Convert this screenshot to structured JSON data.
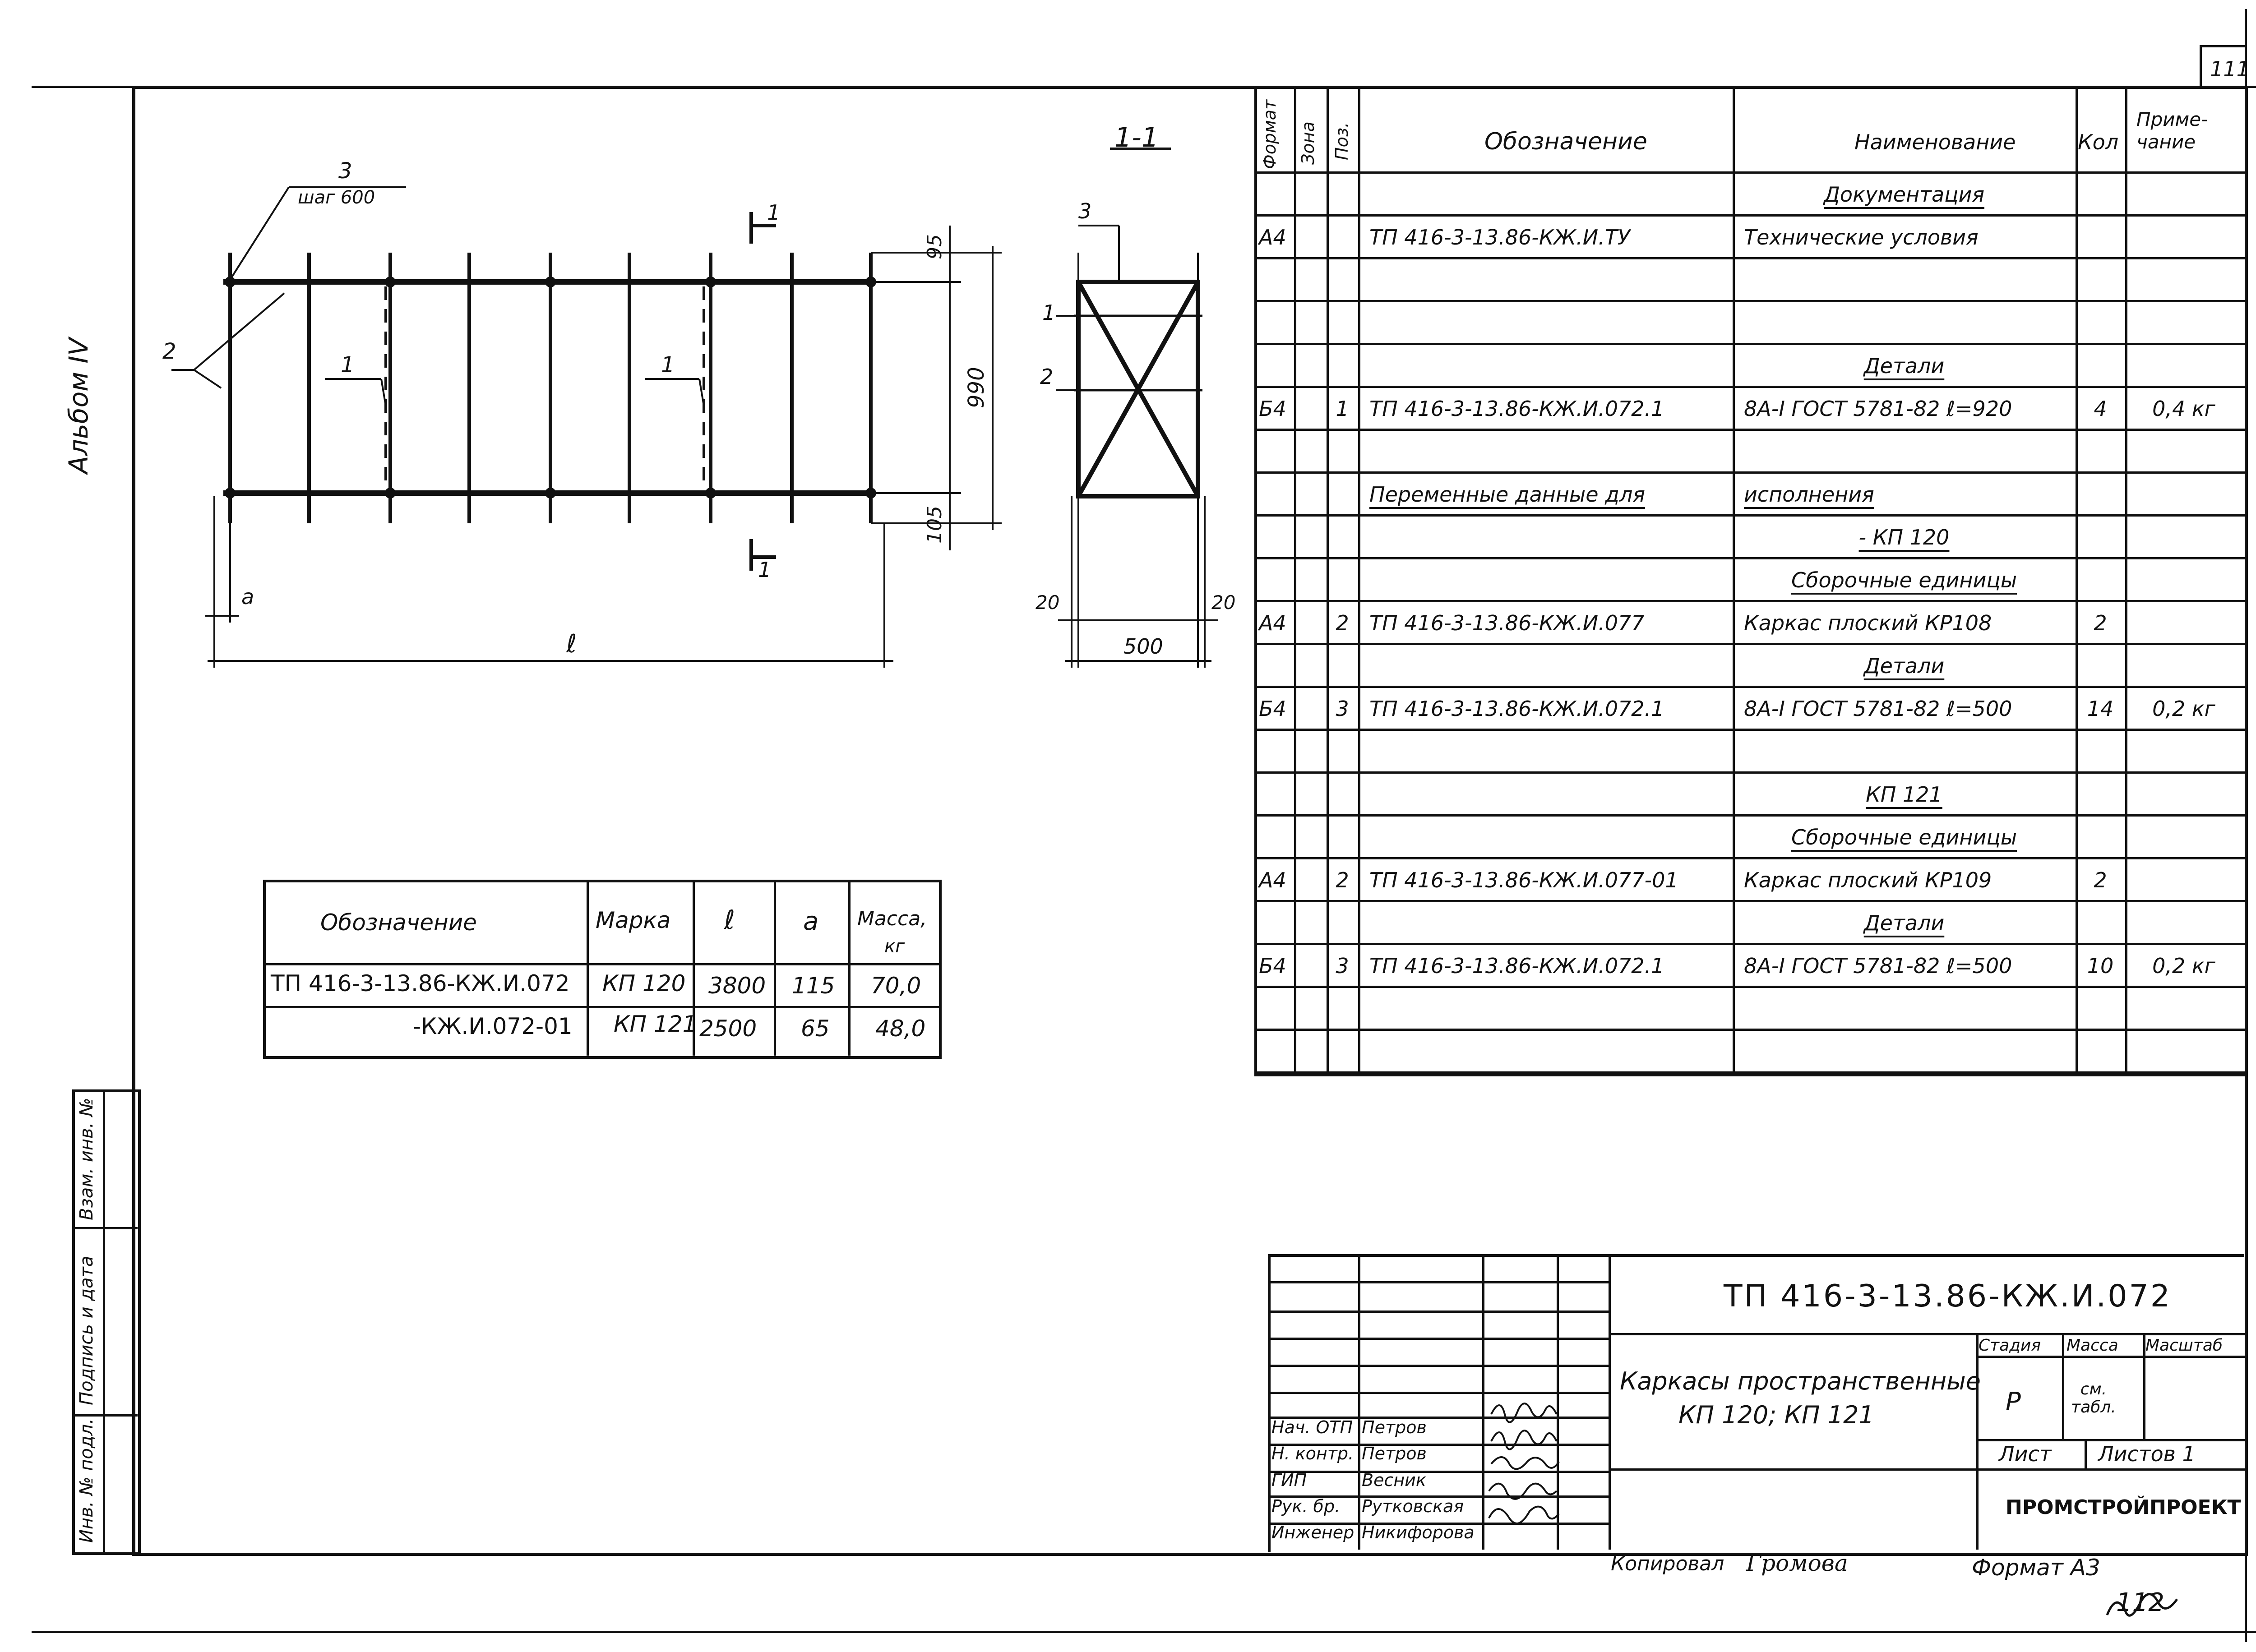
{
  "sheet_number": "111",
  "album_label": "Альбом IV",
  "drawing": {
    "section_title": "1-1",
    "callout_3": "3",
    "step_label": "шаг 600",
    "label_2": "2",
    "label_1a": "1",
    "label_1b": "1",
    "cut_top": "1",
    "cut_bottom": "1",
    "dim_95": "95",
    "dim_990": "990",
    "dim_105": "105",
    "dim_a": "a",
    "dim_l": "ℓ",
    "sec_3": "3",
    "sec_1": "1",
    "sec_2": "2",
    "sec_20_left": "20",
    "sec_20_right": "20",
    "sec_500": "500"
  },
  "variants_table": {
    "headers": {
      "designation": "Обозначение",
      "mark": "Марка",
      "l": "ℓ",
      "a": "a",
      "mass": "Масса,",
      "mass_unit": "кг"
    },
    "rows": [
      {
        "designation": "ТП 416-3-13.86-КЖ.И.072",
        "mark": "КП 120",
        "l": "3800",
        "a": "115",
        "mass": "70,0"
      },
      {
        "designation": "-КЖ.И.072-01",
        "mark": "КП 121",
        "l": "2500",
        "a": "65",
        "mass": "48,0"
      }
    ]
  },
  "spec": {
    "headers": {
      "format": "Формат",
      "zone": "Зона",
      "pos": "Поз.",
      "designation": "Обозначение",
      "name": "Наименование",
      "qty": "Кол",
      "note": "Приме-чание"
    },
    "rows": [
      {
        "format": "",
        "pos": "",
        "designation": "",
        "name": "Документация",
        "qty": "",
        "note": "",
        "heading": true
      },
      {
        "format": "А4",
        "pos": "",
        "designation": "ТП 416-3-13.86-КЖ.И.ТУ",
        "name": "Технические условия",
        "qty": "",
        "note": ""
      },
      {
        "format": "",
        "pos": "",
        "designation": "",
        "name": "",
        "qty": "",
        "note": ""
      },
      {
        "format": "",
        "pos": "",
        "designation": "",
        "name": "",
        "qty": "",
        "note": ""
      },
      {
        "format": "",
        "pos": "",
        "designation": "",
        "name": "Детали",
        "qty": "",
        "note": "",
        "heading": true
      },
      {
        "format": "Б4",
        "pos": "1",
        "designation": "ТП 416-3-13.86-КЖ.И.072.1",
        "name": "8А-I ГОСТ 5781-82 ℓ=920",
        "qty": "4",
        "note": "0,4 кг"
      },
      {
        "format": "",
        "pos": "",
        "designation": "",
        "name": "",
        "qty": "",
        "note": ""
      },
      {
        "format": "",
        "pos": "",
        "designation": "Переменные данные для",
        "name": "исполнения",
        "qty": "",
        "note": "",
        "underline_both": true
      },
      {
        "format": "",
        "pos": "",
        "designation": "",
        "name": "- КП 120",
        "qty": "",
        "note": "",
        "heading": true
      },
      {
        "format": "",
        "pos": "",
        "designation": "",
        "name": "Сборочные единицы",
        "qty": "",
        "note": "",
        "heading": true
      },
      {
        "format": "А4",
        "pos": "2",
        "designation": "ТП 416-3-13.86-КЖ.И.077",
        "name": "Каркас плоский   КР108",
        "qty": "2",
        "note": ""
      },
      {
        "format": "",
        "pos": "",
        "designation": "",
        "name": "Детали",
        "qty": "",
        "note": "",
        "heading": true
      },
      {
        "format": "Б4",
        "pos": "3",
        "designation": "ТП 416-3-13.86-КЖ.И.072.1",
        "name": "8А-I ГОСТ 5781-82 ℓ=500",
        "qty": "14",
        "note": "0,2 кг"
      },
      {
        "format": "",
        "pos": "",
        "designation": "",
        "name": "",
        "qty": "",
        "note": ""
      },
      {
        "format": "",
        "pos": "",
        "designation": "",
        "name": "КП 121",
        "qty": "",
        "note": "",
        "heading": true
      },
      {
        "format": "",
        "pos": "",
        "designation": "",
        "name": "Сборочные единицы",
        "qty": "",
        "note": "",
        "heading": true
      },
      {
        "format": "А4",
        "pos": "2",
        "designation": "ТП 416-3-13.86-КЖ.И.077-01",
        "name": "Каркас плоский   КР109",
        "qty": "2",
        "note": ""
      },
      {
        "format": "",
        "pos": "",
        "designation": "",
        "name": "Детали",
        "qty": "",
        "note": "",
        "heading": true
      },
      {
        "format": "Б4",
        "pos": "3",
        "designation": "ТП 416-3-13.86-КЖ.И.072.1",
        "name": "8А-I ГОСТ 5781-82 ℓ=500",
        "qty": "10",
        "note": "0,2 кг"
      },
      {
        "format": "",
        "pos": "",
        "designation": "",
        "name": "",
        "qty": "",
        "note": ""
      },
      {
        "format": "",
        "pos": "",
        "designation": "",
        "name": "",
        "qty": "",
        "note": ""
      }
    ]
  },
  "left_stamp": {
    "inv_orig": "Инв. № подл.",
    "sign_date": "Подпись и дата",
    "inv_replace": "Взам. инв. №"
  },
  "title_block": {
    "doc_code": "ТП 416-3-13.86-КЖ.И.072",
    "title_line1": "Каркасы пространственные",
    "title_line2": "КП 120;   КП 121",
    "stage_header": "Стадия",
    "mass_header": "Масса",
    "scale_header": "Масштаб",
    "stage": "Р",
    "mass_value": "см. табл.",
    "sheet_label": "Лист",
    "sheets_label": "Листов 1",
    "organization": "ПРОМСТРОЙПРОЕКТ",
    "roles": [
      {
        "role": "Нач. ОТП",
        "name": "Петров"
      },
      {
        "role": "Н. контр.",
        "name": "Петров"
      },
      {
        "role": "ГИП",
        "name": "Весник"
      },
      {
        "role": "Рук. бр.",
        "name": "Рутковская"
      },
      {
        "role": "Инженер",
        "name": "Никифорова"
      }
    ]
  },
  "footer": {
    "copied_by": "Копировал",
    "copier_name": "Громова",
    "format": "Формат А3",
    "page_number": "112"
  }
}
